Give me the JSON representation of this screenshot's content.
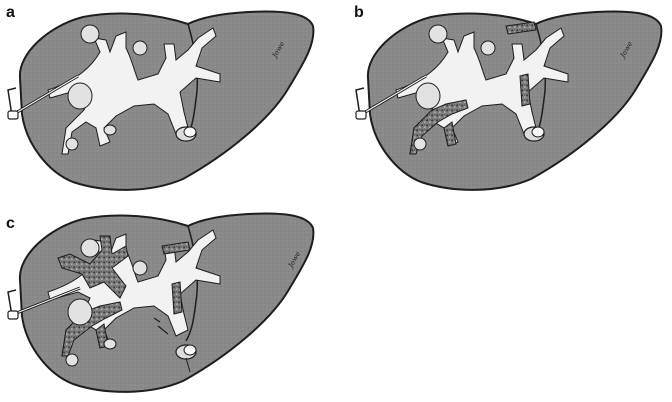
{
  "panels": [
    {
      "label": "a",
      "signature": "Jowe"
    },
    {
      "label": "b",
      "signature": "Jowe"
    },
    {
      "label": "c",
      "signature": "Jowe"
    }
  ],
  "colors": {
    "liver": "#8a8a8a",
    "outline": "#1e1e1e",
    "duct": "#f2f2f2",
    "thrombus": "#6a6a6a",
    "background": "#ffffff"
  }
}
